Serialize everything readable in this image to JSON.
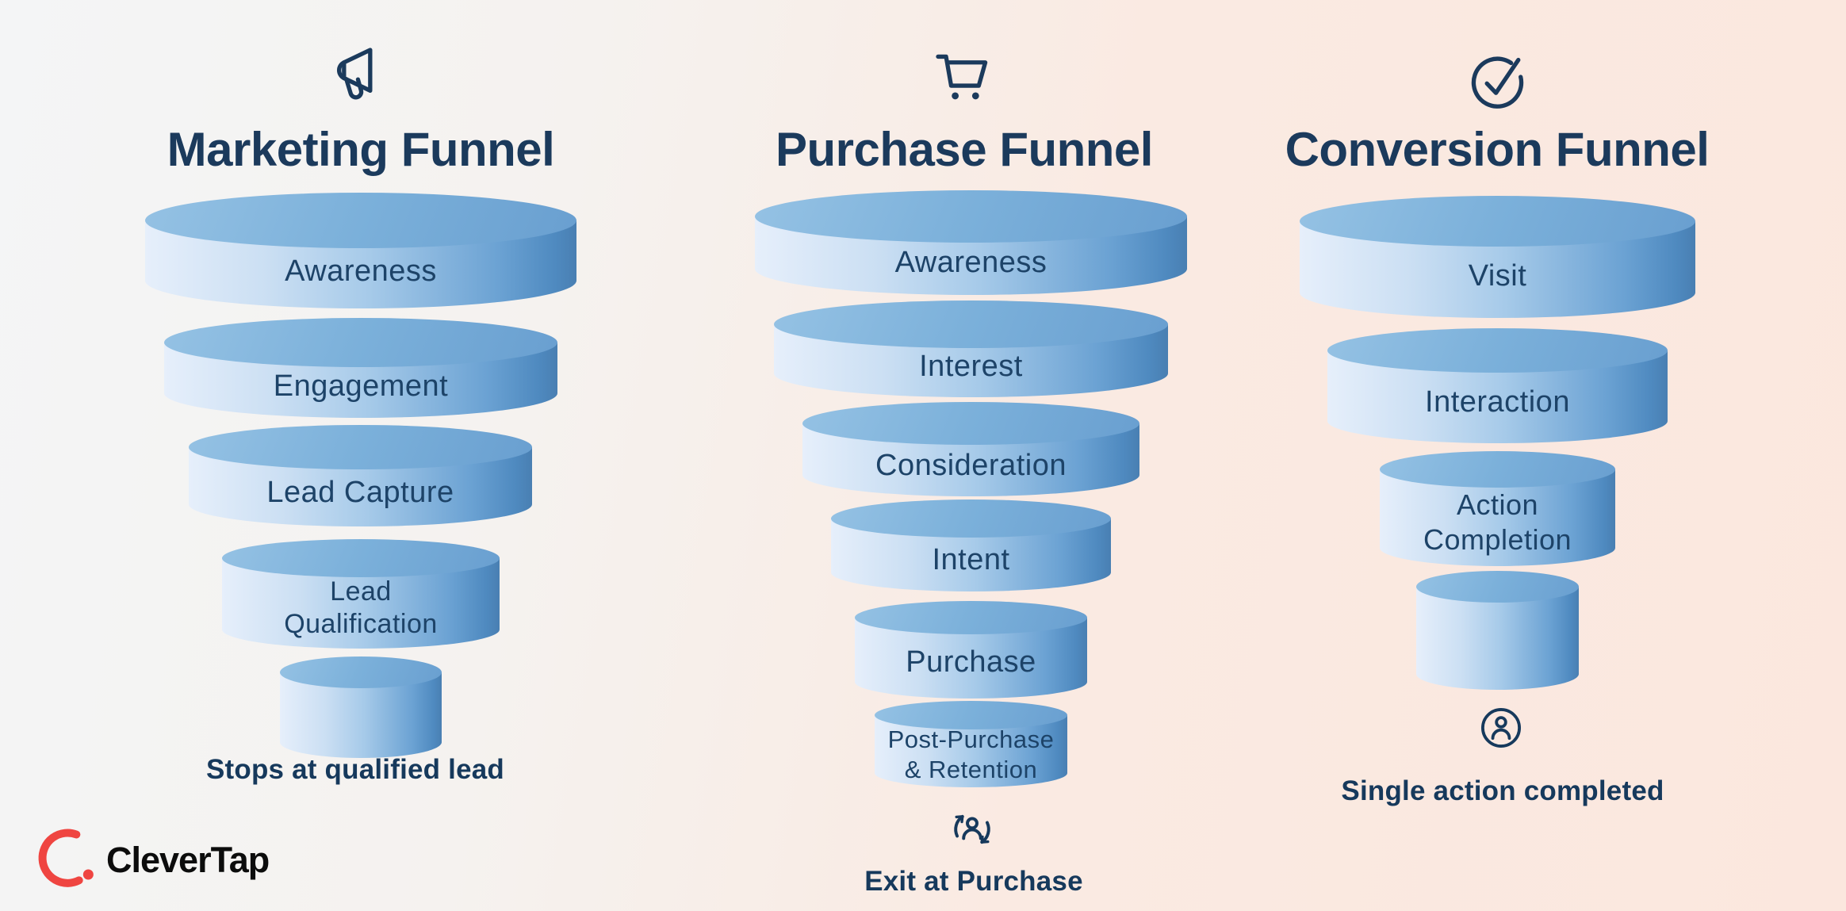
{
  "brand": {
    "logo_text": "CleverTap",
    "logo_arc_color": "#ef4541",
    "logo_text_color": "#0c0c0c"
  },
  "colors": {
    "background_left": "#f4f5f6",
    "background_right": "#fbe7de",
    "disk_lid_blue": "#7bb0da",
    "disk_body_light": "#e6effb",
    "disk_body_dark": "#497fb2",
    "title_navy": "#1b3a5c",
    "label_navy": "#1d4368",
    "caption_navy": "#16395c"
  },
  "funnels": [
    {
      "id": "marketing",
      "title": "Marketing Funnel",
      "icon": "megaphone-icon",
      "caption": "Stops at qualified lead",
      "stages": [
        {
          "label": "Awareness"
        },
        {
          "label": "Engagement"
        },
        {
          "label": "Lead Capture"
        },
        {
          "label": "Lead Qualification"
        },
        {
          "label": ""
        }
      ]
    },
    {
      "id": "purchase",
      "title": "Purchase Funnel",
      "icon": "shopping-cart-icon",
      "caption": "Exit at Purchase",
      "caption_icon": "user-retention-icon",
      "stages": [
        {
          "label": "Awareness"
        },
        {
          "label": "Interest"
        },
        {
          "label": "Consideration"
        },
        {
          "label": "Intent"
        },
        {
          "label": "Purchase"
        },
        {
          "label": "Post-Purchase & Retention"
        },
        {
          "label": ""
        }
      ]
    },
    {
      "id": "conversion",
      "title": "Conversion Funnel",
      "icon": "check-circle-icon",
      "caption": "Single action completed",
      "caption_icon": "person-circle-icon",
      "stages": [
        {
          "label": "Visit"
        },
        {
          "label": "Interaction"
        },
        {
          "label": "Action Completion"
        },
        {
          "label": ""
        }
      ]
    }
  ]
}
